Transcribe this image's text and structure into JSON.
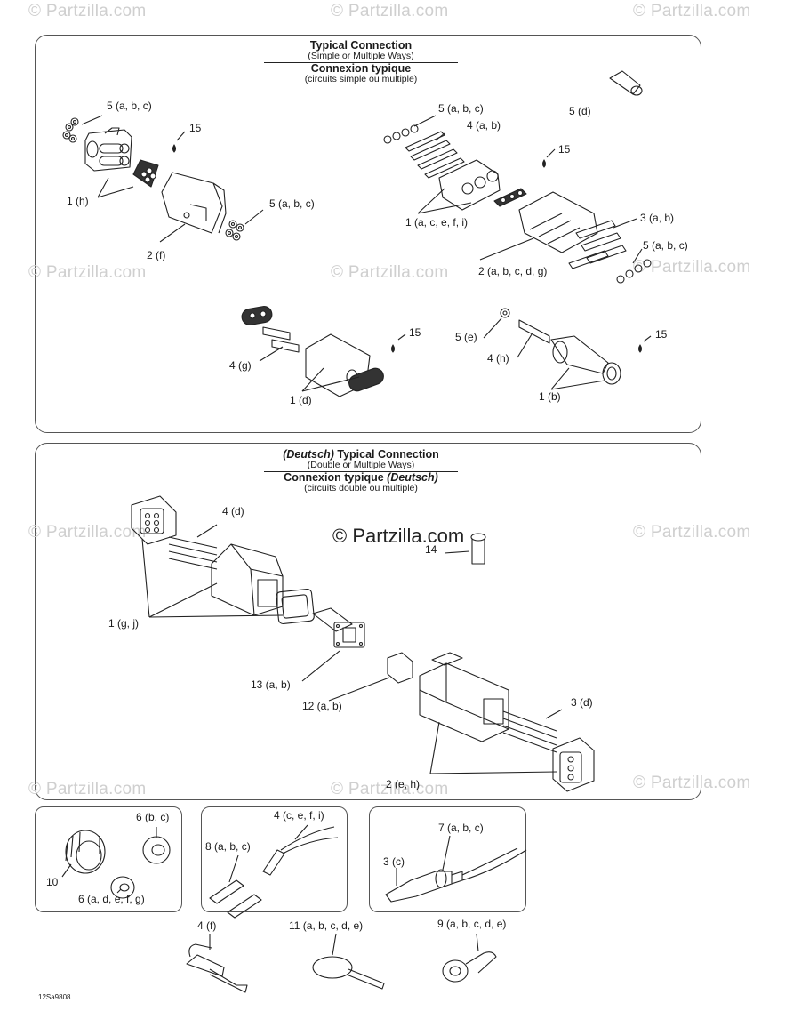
{
  "watermark": "© Partzilla.com",
  "code": "12Sa9808",
  "panel1": {
    "title_en": "Typical Connection",
    "sub_en": "(Simple or Multiple Ways)",
    "title_fr": "Connexion typique",
    "sub_fr": "(circuits simple ou multiple)",
    "labels": {
      "l5abc_a": "5 (a, b, c)",
      "l15_a": "15",
      "l1h": "1 (h)",
      "l5abc_b": "5 (a, b, c)",
      "l2f": "2 (f)",
      "l5abc_c": "5 (a, b, c)",
      "l4ab": "4 (a, b)",
      "l5d": "5 (d)",
      "l15_b": "15",
      "l1acefi": "1 (a, c, e, f, i)",
      "l3ab": "3 (a, b)",
      "l5abc_d": "5 (a, b, c)",
      "l2abcdg": "2 (a, b, c, d, g)",
      "l15_c": "15",
      "l4g": "4 (g)",
      "l1d": "1 (d)",
      "l5e": "5 (e)",
      "l15_d": "15",
      "l4h": "4 (h)",
      "l1b": "1 (b)"
    }
  },
  "panel2": {
    "title_en_a": "(Deutsch)",
    "title_en_b": "Typical Connection",
    "sub_en": "(Double or Multiple Ways)",
    "title_fr_a": "Connexion typique",
    "title_fr_b": "(Deutsch)",
    "sub_fr": "(circuits double ou multiple)",
    "labels": {
      "l4d": "4 (d)",
      "l14": "14",
      "l1gj": "1 (g, j)",
      "l13ab": "13 (a, b)",
      "l12ab": "12 (a, b)",
      "l3d": "3 (d)",
      "l2eh": "2 (e, h)"
    }
  },
  "panel3": {
    "l6bc": "6 (b, c)",
    "l10": "10",
    "l6adefg": "6 (a, d, e, f, g)"
  },
  "panel4": {
    "l4cefi": "4 (c, e, f, i)",
    "l8abc": "8 (a, b, c)"
  },
  "panel5": {
    "l7abc": "7 (a, b, c)",
    "l3c": "3 (c)"
  },
  "bottom": {
    "l4f": "4 (f)",
    "l11": "11 (a, b, c, d, e)",
    "l9": "9 (a, b, c, d, e)"
  }
}
